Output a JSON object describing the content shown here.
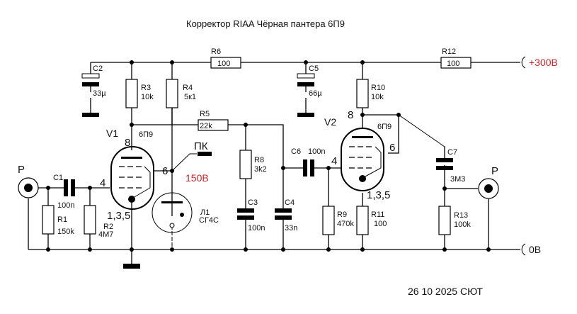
{
  "title": "Корректор RIAA Чёрная пантера 6П9",
  "footer": "26 10 2025 СЮТ",
  "colors": {
    "accent": "#c0282d",
    "line": "#000000",
    "background": "#ffffff"
  },
  "supply": {
    "plus_label": "+300В",
    "zero_label": "0В"
  },
  "connectors": {
    "input_label": "Р",
    "output_label": "Р",
    "test_point_label": "ПК",
    "test_voltage": "150В"
  },
  "tubes": [
    {
      "ref": "V1",
      "type": "6П9",
      "pin_anode": "8",
      "pin_grid": "4",
      "pin_screen": "6",
      "pin_cathode": "1,3,5"
    },
    {
      "ref": "V2",
      "type": "6П9",
      "pin_anode": "8",
      "pin_grid": "4",
      "pin_screen": "6",
      "pin_cathode": "1,3,5"
    }
  ],
  "lamp": {
    "ref": "Л1",
    "type": "СГ4С"
  },
  "resistors": [
    {
      "ref": "R1",
      "value": "150k"
    },
    {
      "ref": "R2",
      "value": "4М7"
    },
    {
      "ref": "R3",
      "value": "10k"
    },
    {
      "ref": "R4",
      "value": "5к1"
    },
    {
      "ref": "R5",
      "value": "22k"
    },
    {
      "ref": "R6",
      "value": "100"
    },
    {
      "ref": "R8",
      "value": "3k2"
    },
    {
      "ref": "R9",
      "value": "470k"
    },
    {
      "ref": "R10",
      "value": "10k"
    },
    {
      "ref": "R11",
      "value": "100"
    },
    {
      "ref": "R12",
      "value": "100"
    },
    {
      "ref": "R13",
      "value": "100k"
    }
  ],
  "capacitors": [
    {
      "ref": "C1",
      "value": "100n"
    },
    {
      "ref": "C2",
      "value": "33µ"
    },
    {
      "ref": "C3",
      "value": "100n"
    },
    {
      "ref": "C4",
      "value": "33n"
    },
    {
      "ref": "C5",
      "value": "66µ"
    },
    {
      "ref": "C6",
      "value": "100n"
    },
    {
      "ref": "C7",
      "value": "3М3"
    }
  ]
}
